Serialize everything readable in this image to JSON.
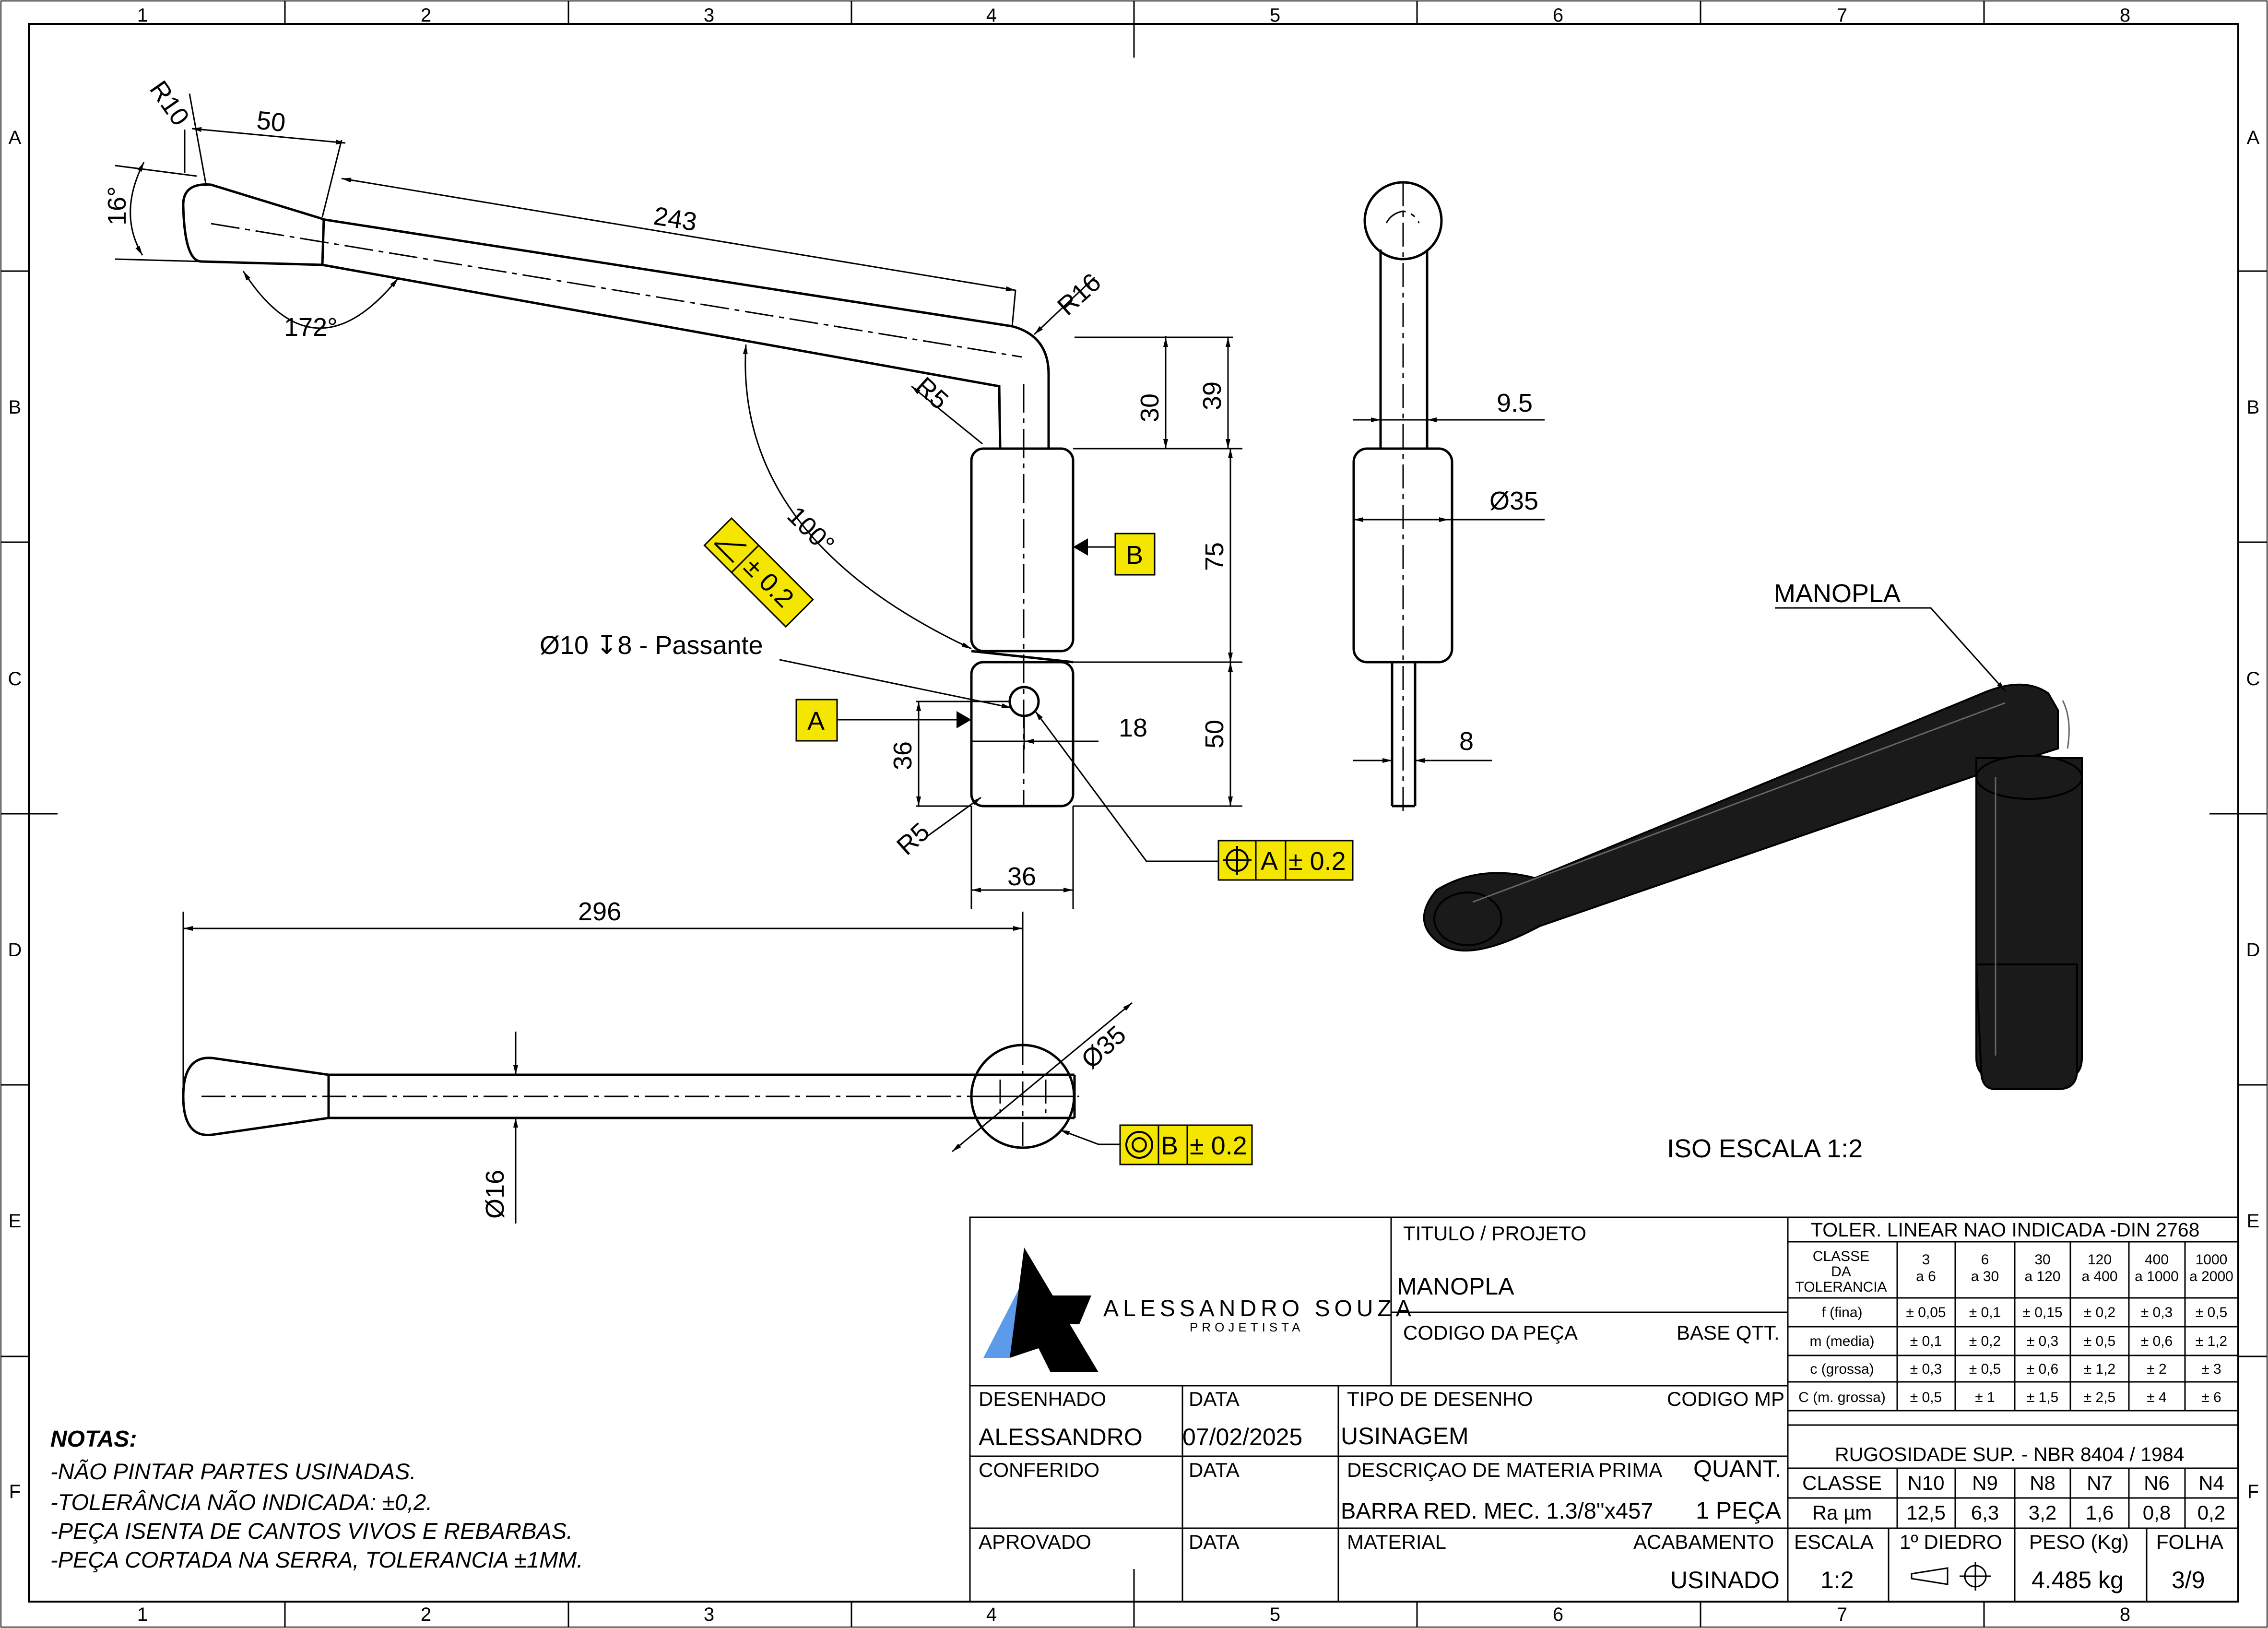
{
  "zones": {
    "columns": [
      "1",
      "2",
      "3",
      "4",
      "5",
      "6",
      "7",
      "8"
    ],
    "rows": [
      "A",
      "B",
      "C",
      "D",
      "E",
      "F"
    ]
  },
  "dimensions": {
    "r10": "R10",
    "d50_top": "50",
    "a16": "16°",
    "a172": "172°",
    "d243": "243",
    "r16": "R16",
    "r5_top": "R5",
    "d30": "30",
    "d39": "39",
    "a100": "100°",
    "d75": "75",
    "d50_side": "50",
    "hole": "Ø10 ↧8 - Passante",
    "d36_v": "36",
    "d18": "18",
    "r5_bot": "R5",
    "d36_h": "36",
    "d9_5": "9.5",
    "dia35_side": "Ø35",
    "d8": "8",
    "d296": "296",
    "dia35_top": "Ø35",
    "dia16": "Ø16"
  },
  "datums": {
    "a": "A",
    "b": "B"
  },
  "tolerances": {
    "angularity": "± 0.2",
    "position_datum": "A",
    "position_value": "± 0.2",
    "concentricity_datum": "B",
    "concentricity_value": "± 0.2"
  },
  "iso": {
    "label": "MANOPLA",
    "scale_text": "ISO ESCALA 1:2"
  },
  "notes": {
    "title": "NOTAS:",
    "lines": [
      "-NÃO PINTAR PARTES USINADAS.",
      "-TOLERÂNCIA NÃO INDICADA: ±0,2.",
      "-PEÇA ISENTA DE CANTOS VIVOS E REBARBAS.",
      "-PEÇA CORTADA NA SERRA, TOLERANCIA ±1MM."
    ]
  },
  "logo": {
    "name": "ALESSANDRO SOUZA",
    "subtitle": "PROJETISTA"
  },
  "title_block": {
    "titulo_label": "TITULO / PROJETO",
    "titulo_value": "MANOPLA",
    "codigo_peca_label": "CODIGO DA PEÇA",
    "base_qtt_label": "BASE QTT.",
    "desenhado_label": "DESENHADO",
    "desenhado_value": "ALESSANDRO",
    "data_label": "DATA",
    "data_value": "07/02/2025",
    "tipo_label": "TIPO DE DESENHO",
    "tipo_value": "USINAGEM",
    "codigo_mp_label": "CODIGO MP",
    "conferido_label": "CONFERIDO",
    "descricao_label": "DESCRIÇAO DE MATERIA PRIMA",
    "quant_label": "QUANT.",
    "descricao_value": "BARRA RED. MEC. 1.3/8\"x457",
    "quant_value": "1 PEÇA",
    "aprovado_label": "APROVADO",
    "material_label": "MATERIAL",
    "acabamento_label": "ACABAMENTO",
    "acabamento_value": "USINADO",
    "escala_label": "ESCALA",
    "escala_value": "1:2",
    "diedro_label": "1º DIEDRO",
    "peso_label": "PESO (Kg)",
    "peso_value": "4.485 kg",
    "folha_label": "FOLHA",
    "folha_value": "3/9"
  },
  "tolerance_table": {
    "title": "TOLER. LINEAR NAO INDICADA -DIN 2768",
    "class_header": [
      "CLASSE",
      "DA",
      "TOLERANCIA"
    ],
    "ranges": [
      [
        "3",
        "a 6"
      ],
      [
        "6",
        "a 30"
      ],
      [
        "30",
        "a 120"
      ],
      [
        "120",
        "a 400"
      ],
      [
        "400",
        "a 1000"
      ],
      [
        "1000",
        "a 2000"
      ]
    ],
    "rows": [
      {
        "name": "f (fina)",
        "values": [
          "± 0,05",
          "± 0,1",
          "± 0,15",
          "± 0,2",
          "± 0,3",
          "± 0,5"
        ]
      },
      {
        "name": "m (media)",
        "values": [
          "± 0,1",
          "± 0,2",
          "± 0,3",
          "± 0,5",
          "± 0,6",
          "± 1,2"
        ]
      },
      {
        "name": "c (grossa)",
        "values": [
          "± 0,3",
          "± 0,5",
          "± 0,6",
          "± 1,2",
          "± 2",
          "± 3"
        ]
      },
      {
        "name": "C (m. grossa)",
        "values": [
          "± 0,5",
          "± 1",
          "± 1,5",
          "± 2,5",
          "± 4",
          "± 6"
        ]
      }
    ]
  },
  "roughness": {
    "title": "RUGOSIDADE SUP. - NBR 8404 / 1984",
    "class_label": "CLASSE",
    "classes": [
      "N10",
      "N9",
      "N8",
      "N7",
      "N6",
      "N4"
    ],
    "ra_label": "Ra µm",
    "values": [
      "12,5",
      "6,3",
      "3,2",
      "1,6",
      "0,8",
      "0,2"
    ]
  },
  "colors": {
    "highlight": "#f5e600",
    "logo_blue": "#5b9bea",
    "ink": "#000000"
  }
}
